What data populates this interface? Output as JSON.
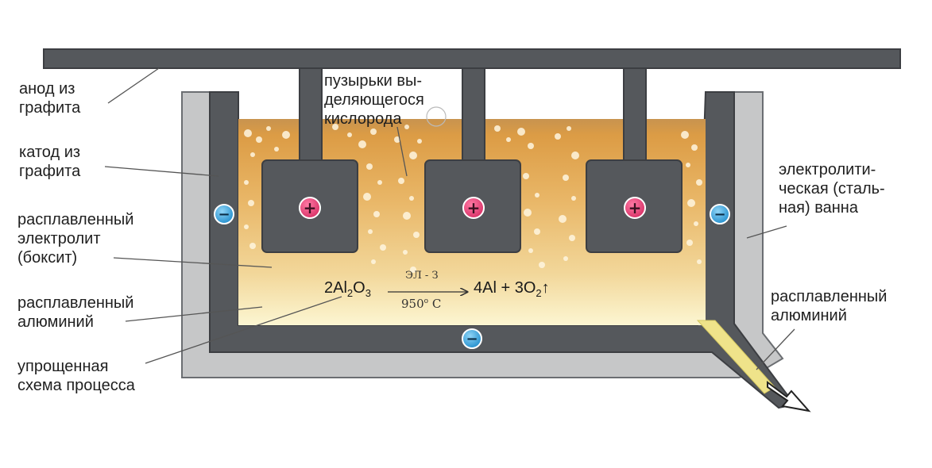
{
  "labels": {
    "anode": [
      "анод из",
      "графита"
    ],
    "cathode": [
      "катод из",
      "графита"
    ],
    "electrolyte": [
      "расплавленный",
      "электролит",
      "(боксит)"
    ],
    "aluminum_left": [
      "расплавленный",
      "алюминий"
    ],
    "scheme": [
      "упрощенная",
      "схема процесса"
    ],
    "bubbles": [
      "пузырьки вы-",
      "деляющегося",
      "кислорода"
    ],
    "bath": [
      "электролити-",
      "ческая (сталь-",
      "ная) ванна"
    ],
    "aluminum_right": [
      "расплавленный",
      "алюминий"
    ]
  },
  "equation": {
    "reactant_coef": "2Al",
    "reactant_sub1": "2",
    "reactant_o": "O",
    "reactant_sub2": "3",
    "above_arrow": "ЭЛ - З",
    "below_arrow": "950",
    "below_unit": "C",
    "degree": "o",
    "product1": "4Al + 3O",
    "product_sub": "2",
    "gas_arrow": "↑"
  },
  "signs": {
    "plus": "+",
    "minus": "−"
  },
  "colors": {
    "frame": "#54575b",
    "steel_outer": "#c6c7c8",
    "electrolyte_top": "#d99a4a",
    "electrolyte_bottom": "#fbf4cf",
    "anode_fill": "#55575b",
    "plus_circle": "#e8427a",
    "minus_circle": "#3aa9e0",
    "aluminum_pipe": "#efe38a"
  }
}
